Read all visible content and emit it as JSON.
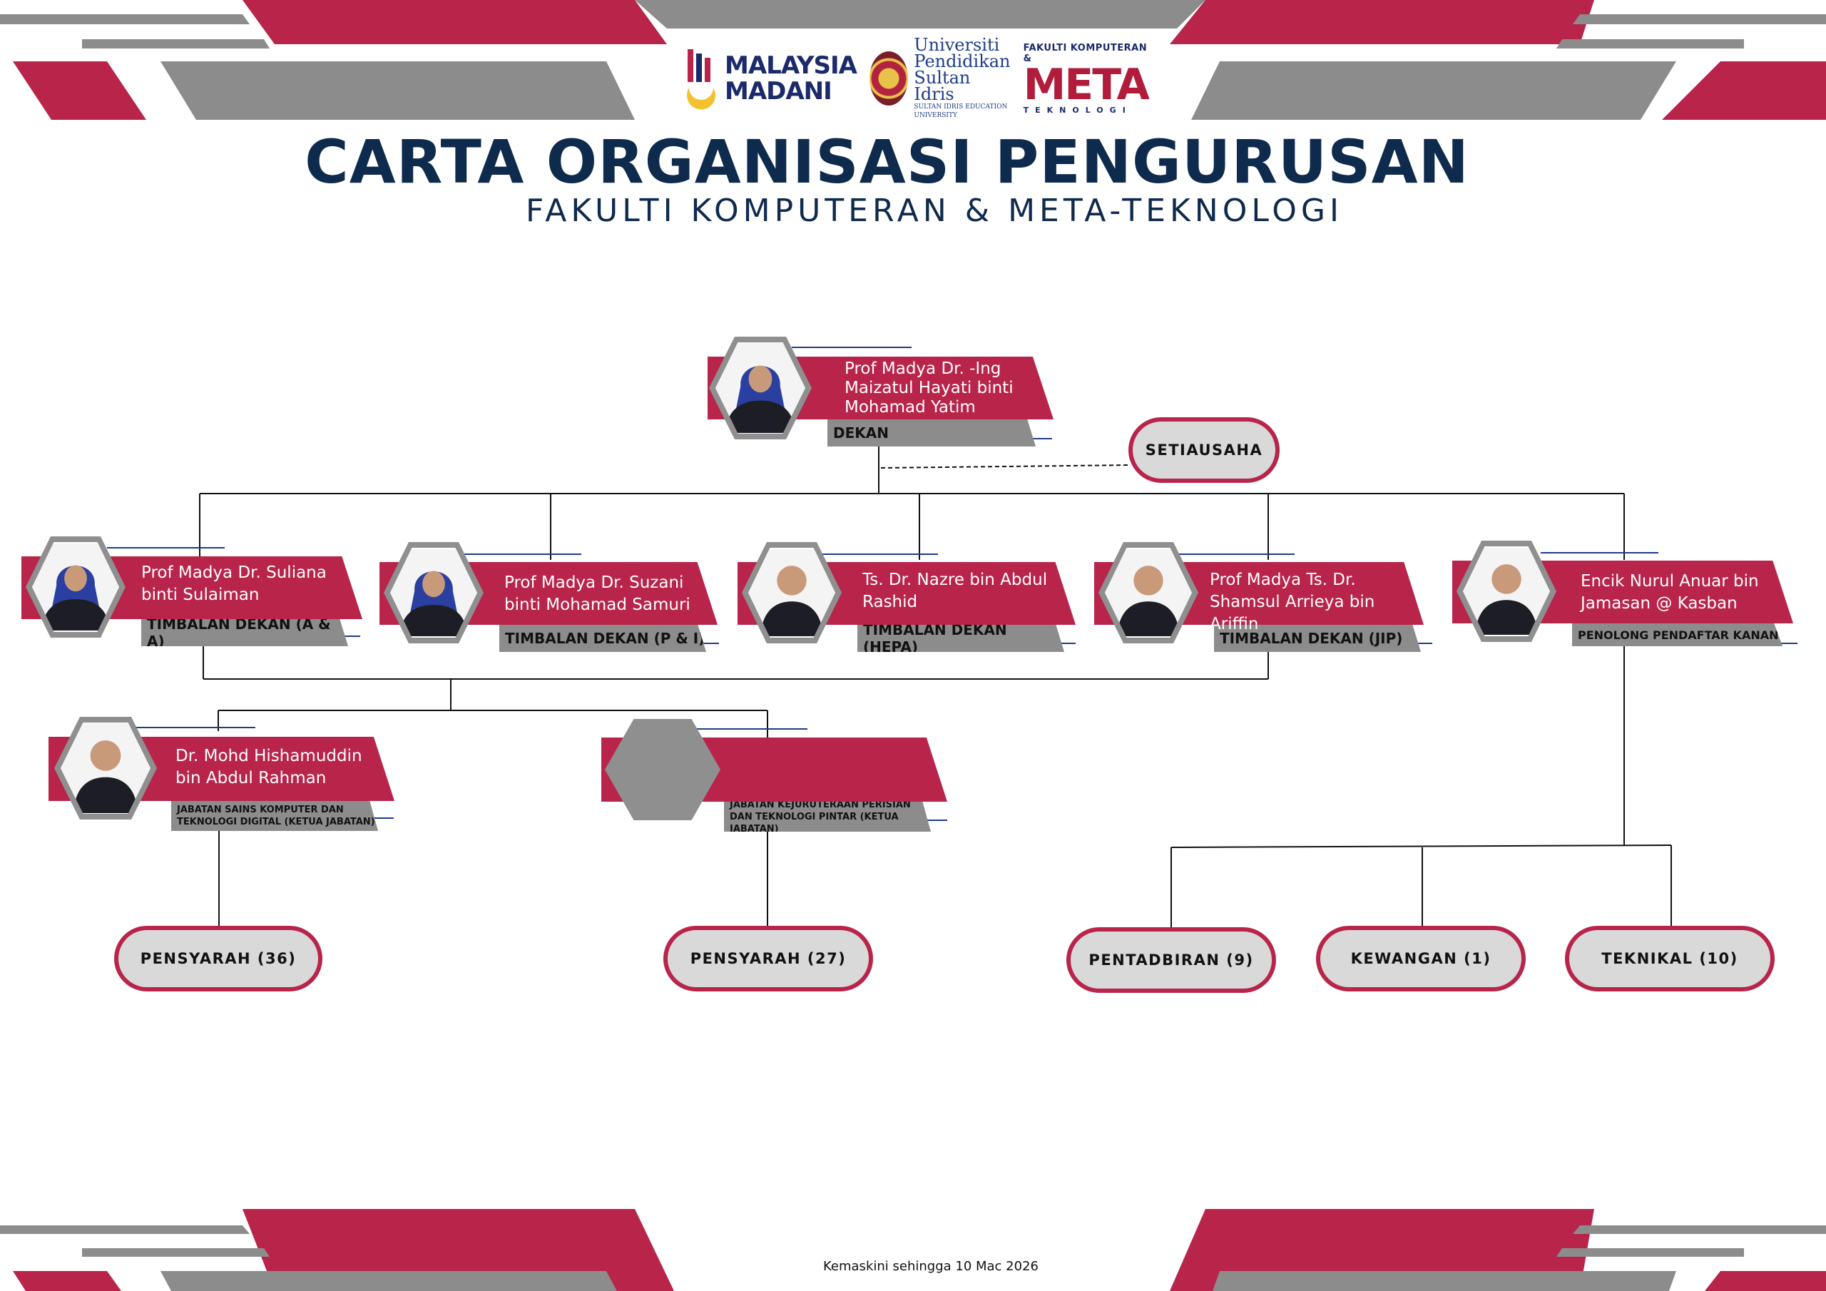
{
  "header": {
    "logo_madani_line1": "MALAYSIA",
    "logo_madani_line2": "MADANI",
    "logo_upsi_line1": "Universiti",
    "logo_upsi_line2": "Pendidikan",
    "logo_upsi_line3": "Sultan Idris",
    "logo_upsi_small": "SULTAN IDRIS EDUCATION UNIVERSITY",
    "logo_fkmt_top": "FAKULTI KOMPUTERAN &",
    "logo_fkmt_mark": "META",
    "logo_fkmt_bottom": "TEKNOLOGI",
    "title": "CARTA ORGANISASI PENGURUSAN",
    "subtitle": "FAKULTI KOMPUTERAN & META-TEKNOLOGI"
  },
  "dean": {
    "name": "Prof Madya Dr. -Ing Maizatul Hayati binti Mohamad Yatim",
    "role": "DEKAN"
  },
  "secretary": {
    "label": "SETIAUSAHA"
  },
  "deputies": [
    {
      "name": "Prof Madya Dr. Suliana binti Sulaiman",
      "role": "TIMBALAN DEKAN (A & A)"
    },
    {
      "name": "Prof Madya Dr. Suzani binti Mohamad Samuri",
      "role": "TIMBALAN DEKAN (P & I)"
    },
    {
      "name": "Ts. Dr. Nazre bin Abdul Rashid",
      "role": "TIMBALAN DEKAN (HEPA)"
    },
    {
      "name": "Prof Madya Ts. Dr. Shamsul Arrieya bin Ariffin",
      "role": "TIMBALAN DEKAN (JIP)"
    },
    {
      "name": "Encik Nurul Anuar bin Jamasan @ Kasban",
      "role": "PENOLONG PENDAFTAR KANAN"
    }
  ],
  "department_heads": [
    {
      "name": "Dr. Mohd Hishamuddin bin Abdul Rahman",
      "role": "JABATAN SAINS KOMPUTER DAN TEKNOLOGI DIGITAL (KETUA JABATAN)"
    },
    {
      "name": "",
      "role": "JABATAN KEJURUTERAAN PERISIAN DAN TEKNOLOGI PINTAR (KETUA JABATAN)"
    }
  ],
  "units": [
    {
      "label": "PENSYARAH (36)"
    },
    {
      "label": "PENSYARAH (27)"
    },
    {
      "label": "PENTADBIRAN (9)"
    },
    {
      "label": "KEWANGAN (1)"
    },
    {
      "label": "TEKNIKAL (10)"
    }
  ],
  "footer": {
    "updated": "Kemaskini sehingga 10 Mac 2026"
  },
  "colors": {
    "crimson": "#b8244a",
    "grey": "#8c8c8c",
    "navy": "#0e2a4d"
  }
}
